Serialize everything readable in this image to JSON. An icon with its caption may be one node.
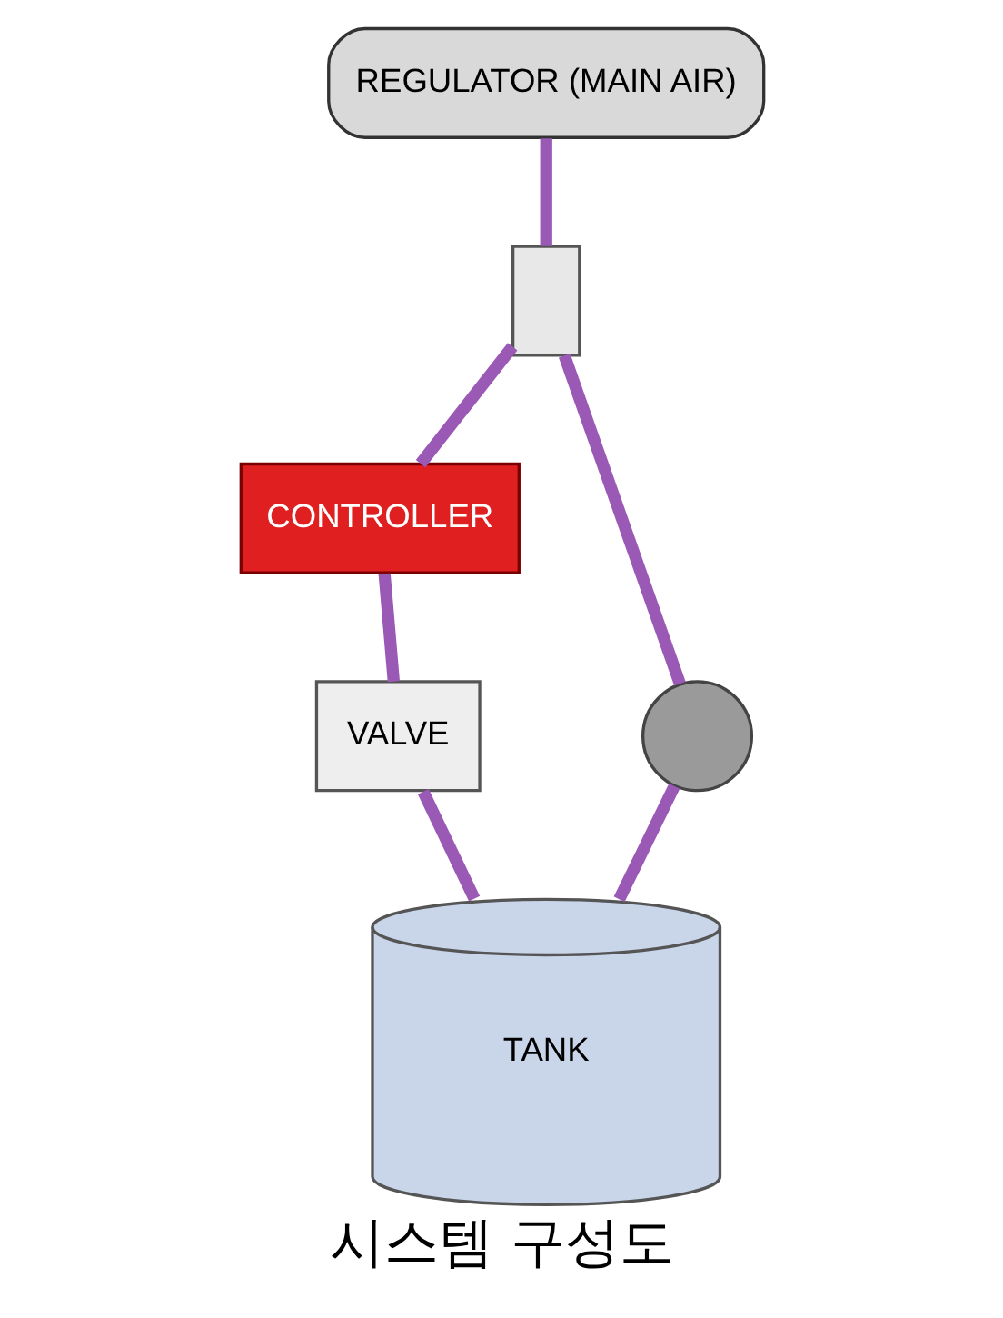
{
  "diagram": {
    "caption": "시스템 구성도",
    "nodes": [
      {
        "text": [
          "REGULATOR (MAIN AIR)"
        ]
      },
      {
        "text": [],
        "shape": "box"
      },
      {
        "text": [
          "CONTROLLER"
        ]
      },
      {
        "text": [
          "VALVE"
        ]
      },
      {
        "text": [],
        "shape": "circle"
      },
      {
        "text": [
          "TANK"
        ]
      }
    ],
    "edges": [
      {
        "from": 0,
        "to": 1,
        "arrow": "none"
      },
      {
        "from": 1,
        "to": 2,
        "arrow": "none"
      },
      {
        "from": 1,
        "to": 4,
        "arrow": "none"
      },
      {
        "from": 2,
        "to": 3,
        "arrow": "none"
      },
      {
        "from": 3,
        "to": 5,
        "arrow": "none"
      },
      {
        "from": 4,
        "to": 5,
        "arrow": "none"
      }
    ]
  }
}
